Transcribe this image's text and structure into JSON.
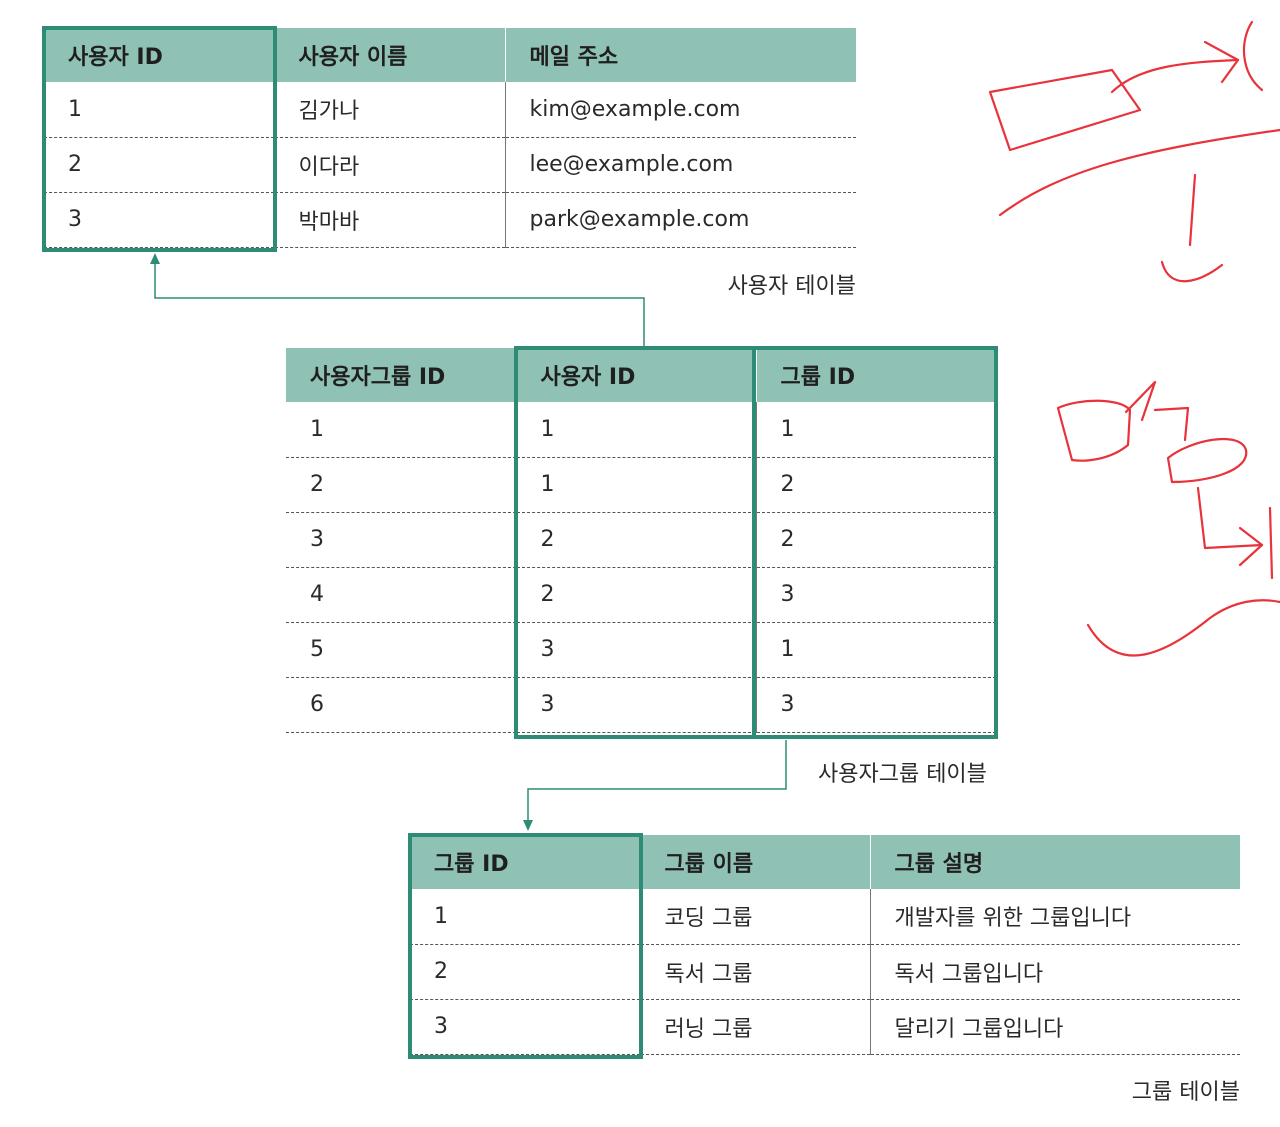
{
  "users_table": {
    "caption": "사용자 테이블",
    "headers": [
      "사용자 ID",
      "사용자 이름",
      "메일 주소"
    ],
    "rows": [
      [
        "1",
        "김가나",
        "kim@example.com"
      ],
      [
        "2",
        "이다라",
        "lee@example.com"
      ],
      [
        "3",
        "박마바",
        "park@example.com"
      ]
    ]
  },
  "user_groups_table": {
    "caption": "사용자그룹 테이블",
    "headers": [
      "사용자그룹 ID",
      "사용자 ID",
      "그룹 ID"
    ],
    "rows": [
      [
        "1",
        "1",
        "1"
      ],
      [
        "2",
        "1",
        "2"
      ],
      [
        "3",
        "2",
        "2"
      ],
      [
        "4",
        "2",
        "3"
      ],
      [
        "5",
        "3",
        "1"
      ],
      [
        "6",
        "3",
        "3"
      ]
    ]
  },
  "groups_table": {
    "caption": "그룹 테이블",
    "headers": [
      "그룹 ID",
      "그룹 이름",
      "그룹 설명"
    ],
    "rows": [
      [
        "1",
        "코딩 그룹",
        "개발자를 위한 그룹입니다"
      ],
      [
        "2",
        "독서 그룹",
        "독서 그룹입니다"
      ],
      [
        "3",
        "러닝 그룹",
        "달리기 그룹입니다"
      ]
    ]
  },
  "colors": {
    "header_fill": "#8fc1b5",
    "highlight": "#2e8b75",
    "annotation": "#e8333a"
  }
}
